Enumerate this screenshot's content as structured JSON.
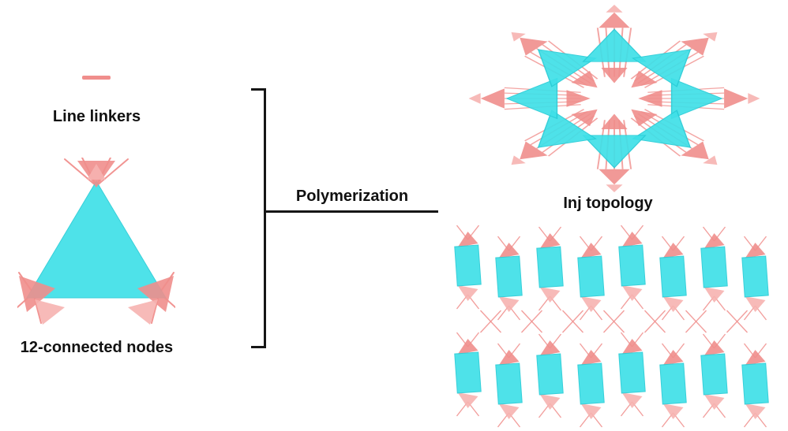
{
  "figure": {
    "left": {
      "linker_label": "Line linkers",
      "node_label": "12-connected nodes"
    },
    "center": {
      "process_label": "Polymerization"
    },
    "right": {
      "topology_label": "Inj topology"
    }
  },
  "colors": {
    "cyan": "#3fe0e8",
    "pink": "#f08e8c",
    "pink_light": "#f6b2b0",
    "ink": "#161616",
    "background": "#ffffff"
  }
}
